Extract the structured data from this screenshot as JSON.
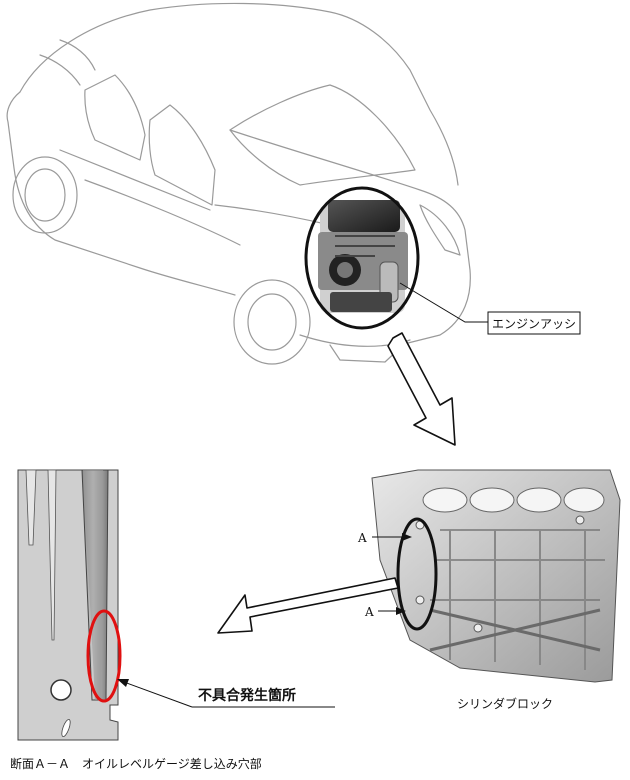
{
  "labels": {
    "engine_assy": "エンジンアッシ",
    "cylinder_block": "シリンダブロック",
    "defect_location": "不具合発生箇所",
    "section_caption": "断面Ａ－Ａ　オイルレベルゲージ差し込み穴部",
    "section_mark_upper": "A",
    "section_mark_lower": "A"
  },
  "colors": {
    "highlight_circle": "#e01010",
    "outline": "#111111",
    "car_line": "#9a9a9a",
    "section_fill": "#c8c8c8"
  }
}
